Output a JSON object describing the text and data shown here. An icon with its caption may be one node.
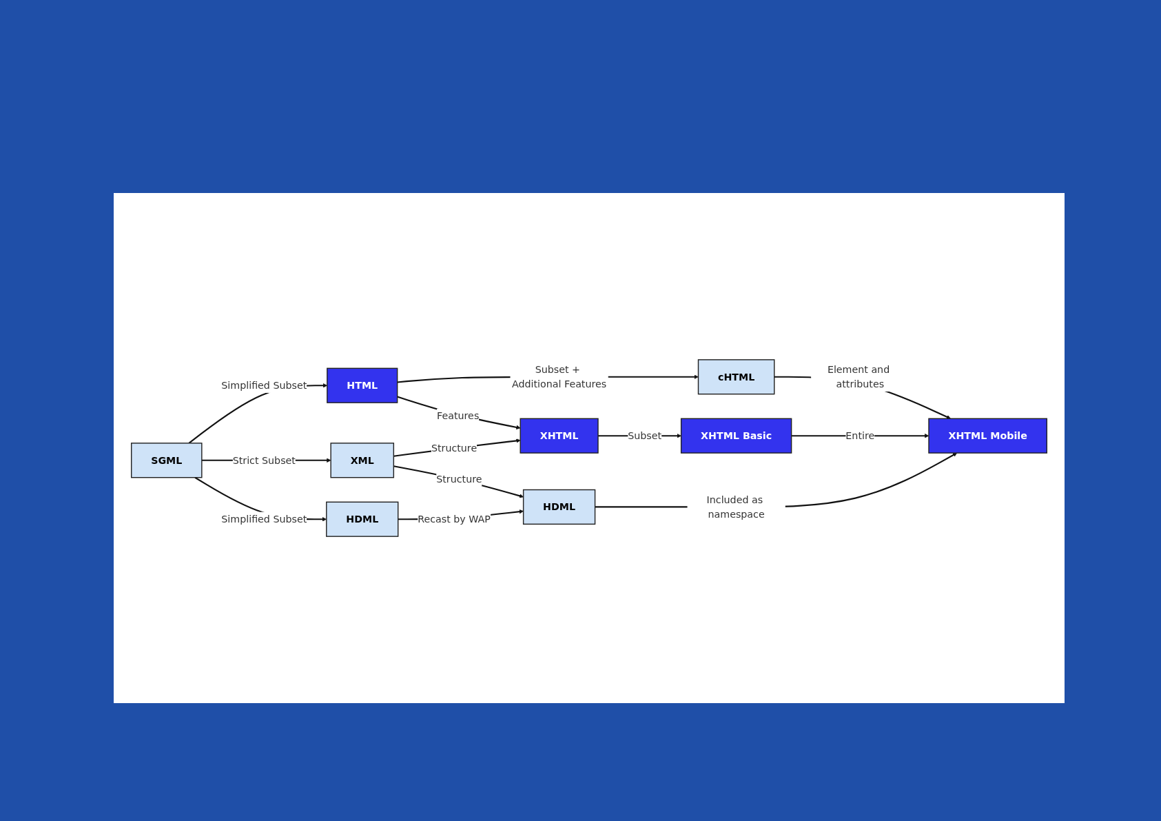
{
  "diagram": {
    "nodes": [
      {
        "text": [
          "HTML"
        ]
      },
      {
        "text": [
          "cHTML"
        ]
      },
      {
        "text": [
          "SGML"
        ]
      },
      {
        "text": [
          "XML"
        ]
      },
      {
        "text": [
          "XHTML"
        ]
      },
      {
        "text": [
          "XHTML Basic"
        ]
      },
      {
        "text": [
          "XHTML Mobile"
        ]
      },
      {
        "text": [
          "HDML"
        ]
      },
      {
        "text": [
          "HDML"
        ]
      }
    ],
    "edges": [
      {
        "from": 2,
        "to": 0,
        "arrow": "to",
        "label": "Simplified Subset"
      },
      {
        "from": 2,
        "to": 3,
        "arrow": "to",
        "label": "Strict Subset"
      },
      {
        "from": 2,
        "to": 7,
        "arrow": "to",
        "label": "Simplified Subset"
      },
      {
        "from": 0,
        "to": 1,
        "arrow": "to",
        "label": "Subset + Additional Features"
      },
      {
        "from": 0,
        "to": 4,
        "arrow": "to",
        "label": "Features"
      },
      {
        "from": 3,
        "to": 4,
        "arrow": "to",
        "label": "Structure"
      },
      {
        "from": 3,
        "to": 8,
        "arrow": "to",
        "label": "Structure"
      },
      {
        "from": 4,
        "to": 5,
        "arrow": "to",
        "label": "Subset"
      },
      {
        "from": 5,
        "to": 6,
        "arrow": "to",
        "label": "Entire"
      },
      {
        "from": 1,
        "to": 6,
        "arrow": "to",
        "label": "Element and attributes"
      },
      {
        "from": 7,
        "to": 8,
        "arrow": "to",
        "label": "Recast by WAP"
      },
      {
        "from": 8,
        "to": 6,
        "arrow": "to",
        "label": "Included as namespace"
      }
    ]
  }
}
